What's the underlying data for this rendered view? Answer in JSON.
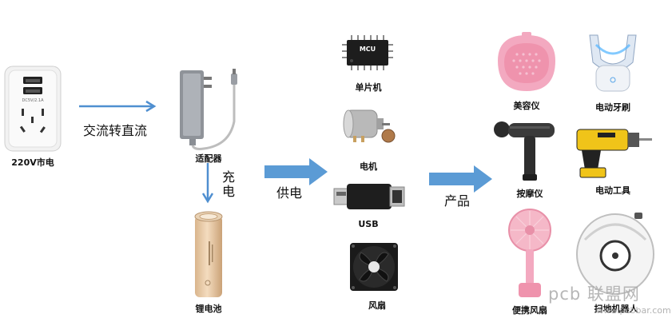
{
  "colors": {
    "arrow": "#4f8fd0",
    "text": "#111111"
  },
  "source": {
    "label": "220V市电"
  },
  "adapter": {
    "label": "适配器"
  },
  "battery": {
    "label": "锂电池"
  },
  "arrows": {
    "convert": "交流转直流",
    "charge_1": "充",
    "charge_2": "电",
    "supply": "供电",
    "products": "产品"
  },
  "components": [
    {
      "label": "单片机",
      "chip_text": "MCU"
    },
    {
      "label": "电机"
    },
    {
      "label": "USB"
    },
    {
      "label": "风扇"
    }
  ],
  "products": [
    {
      "label": "美容仪"
    },
    {
      "label": "电动牙刷"
    },
    {
      "label": "按摩仪"
    },
    {
      "label": "电动工具"
    },
    {
      "label": "便携风扇"
    },
    {
      "label": "扫地机器人"
    }
  ],
  "watermark": {
    "text": "pcb 联盟网",
    "url": "www.pcbbar.com"
  }
}
